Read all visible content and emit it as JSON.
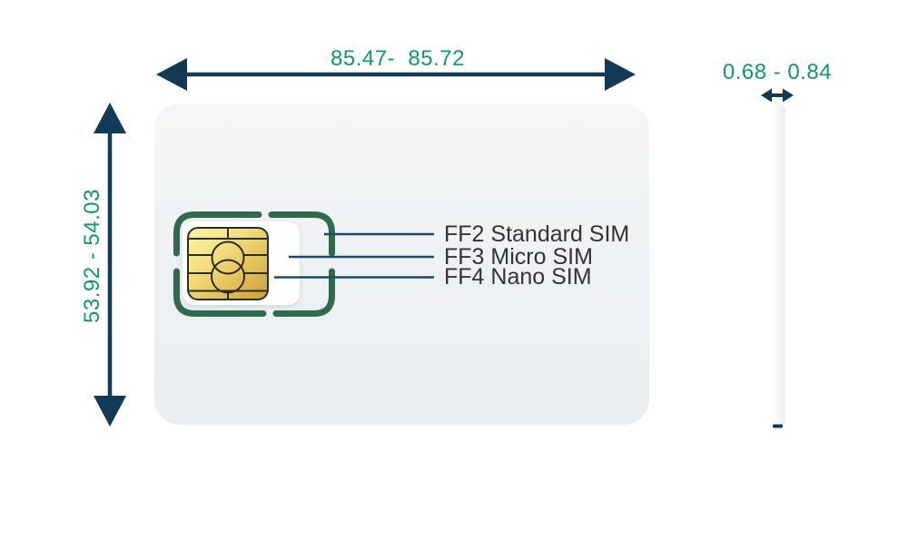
{
  "card_diagram": {
    "width_dimension": "85.47-  85.72",
    "height_dimension": "53.92 - 54.03",
    "thickness_dimension": "0.68 - 0.84",
    "form_factors": [
      {
        "label": "FF2 Standard SIM"
      },
      {
        "label": "FF3 Micro SIM"
      },
      {
        "label": "FF4 Nano SIM"
      }
    ],
    "colors": {
      "dimension_text_green": "#0d9c63",
      "arrow_navy": "#113a56",
      "leader_line_navy": "#1b4a66",
      "sim_outline_green": "#2f6a4d",
      "chip_gold": "#e3c35c",
      "card_fill": "#eef1f3",
      "label_text": "#333333"
    }
  }
}
